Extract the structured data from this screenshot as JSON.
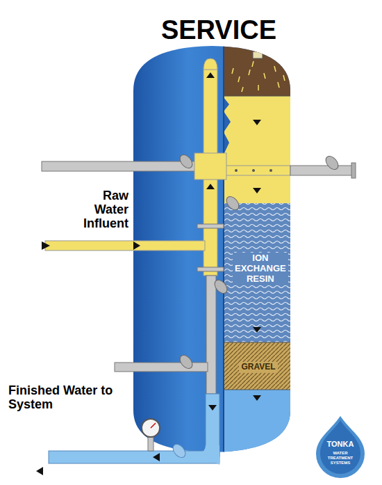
{
  "diagram": {
    "title": "SERVICE",
    "nodes": [
      {
        "text": [
          "ION EXCHANGE RESIN"
        ]
      },
      {
        "text": [
          "GRAVEL"
        ]
      }
    ],
    "labels": [
      "Raw Water Influent",
      "Finished Water to System",
      "TONKA",
      "WATER TREATMENT SYSTEMS"
    ]
  }
}
